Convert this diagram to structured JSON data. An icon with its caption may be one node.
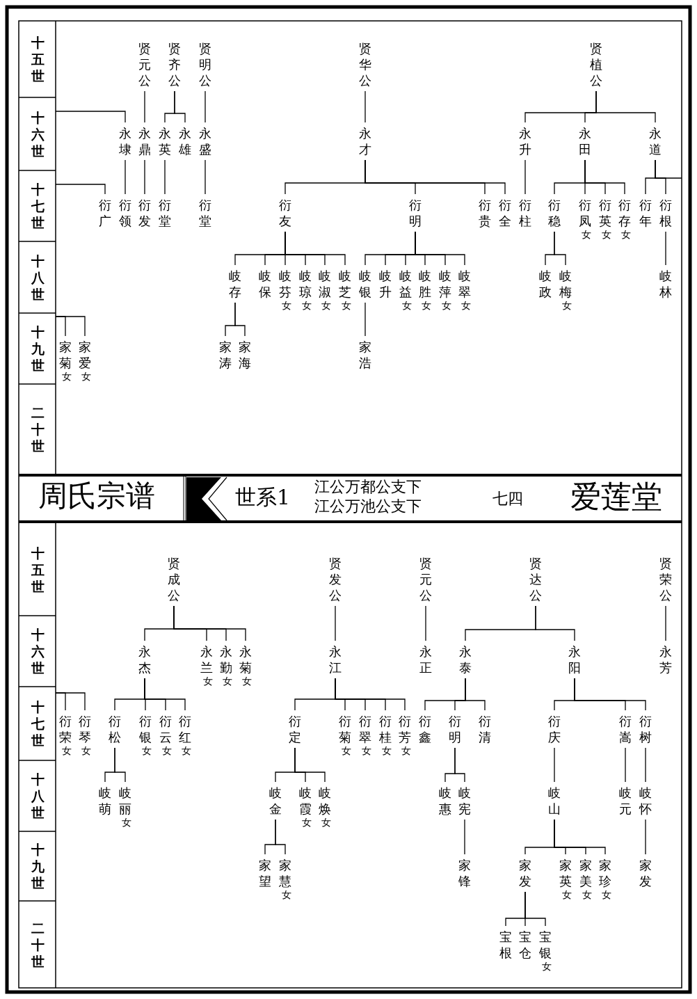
{
  "diagram": {
    "nodes": [
      {
        "text": [
          "贤元公"
        ]
      },
      {
        "text": [
          "贤齐公"
        ]
      },
      {
        "text": [
          "贤明公"
        ]
      },
      {
        "text": [
          "贤华公"
        ]
      },
      {
        "text": [
          "贤植公"
        ]
      },
      {
        "text": [
          "永埭"
        ]
      },
      {
        "text": [
          "永鼎"
        ]
      },
      {
        "text": [
          "永英"
        ]
      },
      {
        "text": [
          "永雄"
        ]
      },
      {
        "text": [
          "永盛"
        ]
      },
      {
        "text": [
          "永才"
        ]
      },
      {
        "text": [
          "永升"
        ]
      },
      {
        "text": [
          "永田"
        ]
      },
      {
        "text": [
          "永道"
        ]
      },
      {
        "text": [
          "衍广"
        ]
      },
      {
        "text": [
          "衍领"
        ]
      },
      {
        "text": [
          "衍发"
        ]
      },
      {
        "text": [
          "衍堂"
        ]
      },
      {
        "text": [
          "衍堂"
        ]
      },
      {
        "text": [
          "衍友"
        ]
      },
      {
        "text": [
          "衍明"
        ]
      },
      {
        "text": [
          "衍贵"
        ]
      },
      {
        "text": [
          "衍全"
        ]
      },
      {
        "text": [
          "衍柱"
        ]
      },
      {
        "text": [
          "衍稳"
        ]
      },
      {
        "text": [
          "衍凤",
          "女"
        ]
      },
      {
        "text": [
          "衍英",
          "女"
        ]
      },
      {
        "text": [
          "衍存",
          "女"
        ]
      },
      {
        "text": [
          "衍年"
        ]
      },
      {
        "text": [
          "衍根"
        ]
      },
      {
        "text": [
          "岐存"
        ]
      },
      {
        "text": [
          "岐保"
        ]
      },
      {
        "text": [
          "岐芬",
          "女"
        ]
      },
      {
        "text": [
          "岐琼",
          "女"
        ]
      },
      {
        "text": [
          "岐淑",
          "女"
        ]
      },
      {
        "text": [
          "岐芝",
          "女"
        ]
      },
      {
        "text": [
          "岐银"
        ]
      },
      {
        "text": [
          "岐升"
        ]
      },
      {
        "text": [
          "岐益",
          "女"
        ]
      },
      {
        "text": [
          "岐胜",
          "女"
        ]
      },
      {
        "text": [
          "岐萍",
          "女"
        ]
      },
      {
        "text": [
          "岐翠",
          "女"
        ]
      },
      {
        "text": [
          "岐政"
        ]
      },
      {
        "text": [
          "岐梅",
          "女"
        ]
      },
      {
        "text": [
          "岐林"
        ]
      },
      {
        "text": [
          "家菊",
          "女"
        ]
      },
      {
        "text": [
          "家爱",
          "女"
        ]
      },
      {
        "text": [
          "家涛"
        ]
      },
      {
        "text": [
          "家海"
        ]
      },
      {
        "text": [
          "家浩"
        ]
      },
      {
        "text": [
          "贤成公"
        ]
      },
      {
        "text": [
          "贤发公"
        ]
      },
      {
        "text": [
          "贤元公"
        ]
      },
      {
        "text": [
          "贤达公"
        ]
      },
      {
        "text": [
          "贤荣公"
        ]
      },
      {
        "text": [
          "永杰"
        ]
      },
      {
        "text": [
          "永兰",
          "女"
        ]
      },
      {
        "text": [
          "永勤",
          "女"
        ]
      },
      {
        "text": [
          "永菊",
          "女"
        ]
      },
      {
        "text": [
          "永江"
        ]
      },
      {
        "text": [
          "永正"
        ]
      },
      {
        "text": [
          "永泰"
        ]
      },
      {
        "text": [
          "永阳"
        ]
      },
      {
        "text": [
          "永芳"
        ]
      },
      {
        "text": [
          "衍荣",
          "女"
        ]
      },
      {
        "text": [
          "衍琴",
          "女"
        ]
      },
      {
        "text": [
          "衍松"
        ]
      },
      {
        "text": [
          "衍银",
          "女"
        ]
      },
      {
        "text": [
          "衍云",
          "女"
        ]
      },
      {
        "text": [
          "衍红",
          "女"
        ]
      },
      {
        "text": [
          "衍定"
        ]
      },
      {
        "text": [
          "衍菊",
          "女"
        ]
      },
      {
        "text": [
          "衍翠",
          "女"
        ]
      },
      {
        "text": [
          "衍桂",
          "女"
        ]
      },
      {
        "text": [
          "衍芳",
          "女"
        ]
      },
      {
        "text": [
          "衍鑫"
        ]
      },
      {
        "text": [
          "衍明"
        ]
      },
      {
        "text": [
          "衍清"
        ]
      },
      {
        "text": [
          "衍庆"
        ]
      },
      {
        "text": [
          "衍嵩"
        ]
      },
      {
        "text": [
          "衍树"
        ]
      },
      {
        "text": [
          "岐萌"
        ]
      },
      {
        "text": [
          "岐丽",
          "女"
        ]
      },
      {
        "text": [
          "岐金"
        ]
      },
      {
        "text": [
          "岐霞",
          "女"
        ]
      },
      {
        "text": [
          "岐焕",
          "女"
        ]
      },
      {
        "text": [
          "岐惠"
        ]
      },
      {
        "text": [
          "岐宪"
        ]
      },
      {
        "text": [
          "岐山"
        ]
      },
      {
        "text": [
          "岐元"
        ]
      },
      {
        "text": [
          "岐怀"
        ]
      },
      {
        "text": [
          "家望"
        ]
      },
      {
        "text": [
          "家慧",
          "女"
        ]
      },
      {
        "text": [
          "家锋"
        ]
      },
      {
        "text": [
          "家发"
        ]
      },
      {
        "text": [
          "家英",
          "女"
        ]
      },
      {
        "text": [
          "家美",
          "女"
        ]
      },
      {
        "text": [
          "家珍",
          "女"
        ]
      },
      {
        "text": [
          "家发"
        ]
      },
      {
        "text": [
          "宝根"
        ]
      },
      {
        "text": [
          "宝仓"
        ]
      },
      {
        "text": [
          "宝银",
          "女"
        ]
      }
    ],
    "edges": [
      {
        "from": 0,
        "to": 6,
        "arrow": "none"
      },
      {
        "from": 1,
        "to": 7,
        "arrow": "none"
      },
      {
        "from": 1,
        "to": 8,
        "arrow": "none"
      },
      {
        "from": 2,
        "to": 9,
        "arrow": "none"
      },
      {
        "from": 3,
        "to": 10,
        "arrow": "none"
      },
      {
        "from": 4,
        "to": 11,
        "arrow": "none"
      },
      {
        "from": 4,
        "to": 12,
        "arrow": "none"
      },
      {
        "from": 4,
        "to": 13,
        "arrow": "none"
      },
      {
        "from": null,
        "to": 5,
        "arrow": "none"
      },
      {
        "from": 5,
        "to": 15,
        "arrow": "none"
      },
      {
        "from": 6,
        "to": 16,
        "arrow": "none"
      },
      {
        "from": 7,
        "to": 17,
        "arrow": "none"
      },
      {
        "from": 9,
        "to": 18,
        "arrow": "none"
      },
      {
        "from": null,
        "to": 14,
        "arrow": "none"
      },
      {
        "from": 10,
        "to": 19,
        "arrow": "none"
      },
      {
        "from": 10,
        "to": 20,
        "arrow": "none"
      },
      {
        "from": 10,
        "to": 21,
        "arrow": "none"
      },
      {
        "from": 10,
        "to": 22,
        "arrow": "none"
      },
      {
        "from": 11,
        "to": 23,
        "arrow": "none"
      },
      {
        "from": 12,
        "to": 24,
        "arrow": "none"
      },
      {
        "from": 12,
        "to": 25,
        "arrow": "none"
      },
      {
        "from": 12,
        "to": 26,
        "arrow": "none"
      },
      {
        "from": 12,
        "to": 27,
        "arrow": "none"
      },
      {
        "from": 13,
        "to": 28,
        "arrow": "none"
      },
      {
        "from": 13,
        "to": 29,
        "arrow": "none"
      },
      {
        "from": 13,
        "to": null,
        "arrow": "none"
      },
      {
        "from": 19,
        "to": 30,
        "arrow": "none"
      },
      {
        "from": 19,
        "to": 31,
        "arrow": "none"
      },
      {
        "from": 19,
        "to": 32,
        "arrow": "none"
      },
      {
        "from": 19,
        "to": 33,
        "arrow": "none"
      },
      {
        "from": 19,
        "to": 34,
        "arrow": "none"
      },
      {
        "from": 19,
        "to": 35,
        "arrow": "none"
      },
      {
        "from": 20,
        "to": 36,
        "arrow": "none"
      },
      {
        "from": 20,
        "to": 37,
        "arrow": "none"
      },
      {
        "from": 20,
        "to": 38,
        "arrow": "none"
      },
      {
        "from": 20,
        "to": 39,
        "arrow": "none"
      },
      {
        "from": 20,
        "to": 40,
        "arrow": "none"
      },
      {
        "from": 20,
        "to": 41,
        "arrow": "none"
      },
      {
        "from": 24,
        "to": 42,
        "arrow": "none"
      },
      {
        "from": 24,
        "to": 43,
        "arrow": "none"
      },
      {
        "from": 29,
        "to": 44,
        "arrow": "none"
      },
      {
        "from": null,
        "to": 45,
        "arrow": "none"
      },
      {
        "from": null,
        "to": 46,
        "arrow": "none"
      },
      {
        "from": 30,
        "to": 47,
        "arrow": "none"
      },
      {
        "from": 30,
        "to": 48,
        "arrow": "none"
      },
      {
        "from": 36,
        "to": 49,
        "arrow": "none"
      },
      {
        "from": 50,
        "to": 55,
        "arrow": "none"
      },
      {
        "from": 50,
        "to": 56,
        "arrow": "none"
      },
      {
        "from": 50,
        "to": 57,
        "arrow": "none"
      },
      {
        "from": 50,
        "to": 58,
        "arrow": "none"
      },
      {
        "from": 51,
        "to": 59,
        "arrow": "none"
      },
      {
        "from": 52,
        "to": 60,
        "arrow": "none"
      },
      {
        "from": 53,
        "to": 61,
        "arrow": "none"
      },
      {
        "from": 53,
        "to": 62,
        "arrow": "none"
      },
      {
        "from": 54,
        "to": 63,
        "arrow": "none"
      },
      {
        "from": null,
        "to": 64,
        "arrow": "none"
      },
      {
        "from": null,
        "to": 65,
        "arrow": "none"
      },
      {
        "from": 55,
        "to": 66,
        "arrow": "none"
      },
      {
        "from": 55,
        "to": 67,
        "arrow": "none"
      },
      {
        "from": 55,
        "to": 68,
        "arrow": "none"
      },
      {
        "from": 55,
        "to": 69,
        "arrow": "none"
      },
      {
        "from": 59,
        "to": 70,
        "arrow": "none"
      },
      {
        "from": 59,
        "to": 71,
        "arrow": "none"
      },
      {
        "from": 59,
        "to": 72,
        "arrow": "none"
      },
      {
        "from": 59,
        "to": 73,
        "arrow": "none"
      },
      {
        "from": 59,
        "to": 74,
        "arrow": "none"
      },
      {
        "from": 61,
        "to": 75,
        "arrow": "none"
      },
      {
        "from": 61,
        "to": 76,
        "arrow": "none"
      },
      {
        "from": 61,
        "to": 77,
        "arrow": "none"
      },
      {
        "from": 62,
        "to": 78,
        "arrow": "none"
      },
      {
        "from": 62,
        "to": 79,
        "arrow": "none"
      },
      {
        "from": 62,
        "to": 80,
        "arrow": "none"
      },
      {
        "from": 66,
        "to": 81,
        "arrow": "none"
      },
      {
        "from": 66,
        "to": 82,
        "arrow": "none"
      },
      {
        "from": 70,
        "to": 83,
        "arrow": "none"
      },
      {
        "from": 70,
        "to": 84,
        "arrow": "none"
      },
      {
        "from": 70,
        "to": 85,
        "arrow": "none"
      },
      {
        "from": 76,
        "to": 86,
        "arrow": "none"
      },
      {
        "from": 76,
        "to": 87,
        "arrow": "none"
      },
      {
        "from": 78,
        "to": 88,
        "arrow": "none"
      },
      {
        "from": 79,
        "to": 89,
        "arrow": "none"
      },
      {
        "from": 80,
        "to": 90,
        "arrow": "none"
      },
      {
        "from": 83,
        "to": 91,
        "arrow": "none"
      },
      {
        "from": 83,
        "to": 92,
        "arrow": "none"
      },
      {
        "from": 87,
        "to": 93,
        "arrow": "none"
      },
      {
        "from": 88,
        "to": 94,
        "arrow": "none"
      },
      {
        "from": 88,
        "to": 95,
        "arrow": "none"
      },
      {
        "from": 88,
        "to": 96,
        "arrow": "none"
      },
      {
        "from": 88,
        "to": 97,
        "arrow": "none"
      },
      {
        "from": 90,
        "to": 98,
        "arrow": "none"
      },
      {
        "from": 94,
        "to": 99,
        "arrow": "none"
      },
      {
        "from": 94,
        "to": 100,
        "arrow": "none"
      },
      {
        "from": 94,
        "to": 101,
        "arrow": "none"
      }
    ],
    "labels": [
      "十五世",
      "十六世",
      "十七世",
      "十八世",
      "十九世",
      "二十世",
      "周氏宗谱",
      "世系1",
      "江公万都公支下",
      "江公万池公支下",
      "七四",
      "爱莲堂",
      "十五世",
      "十六世",
      "十七世",
      "十八世",
      "十九世",
      "二十世"
    ]
  }
}
